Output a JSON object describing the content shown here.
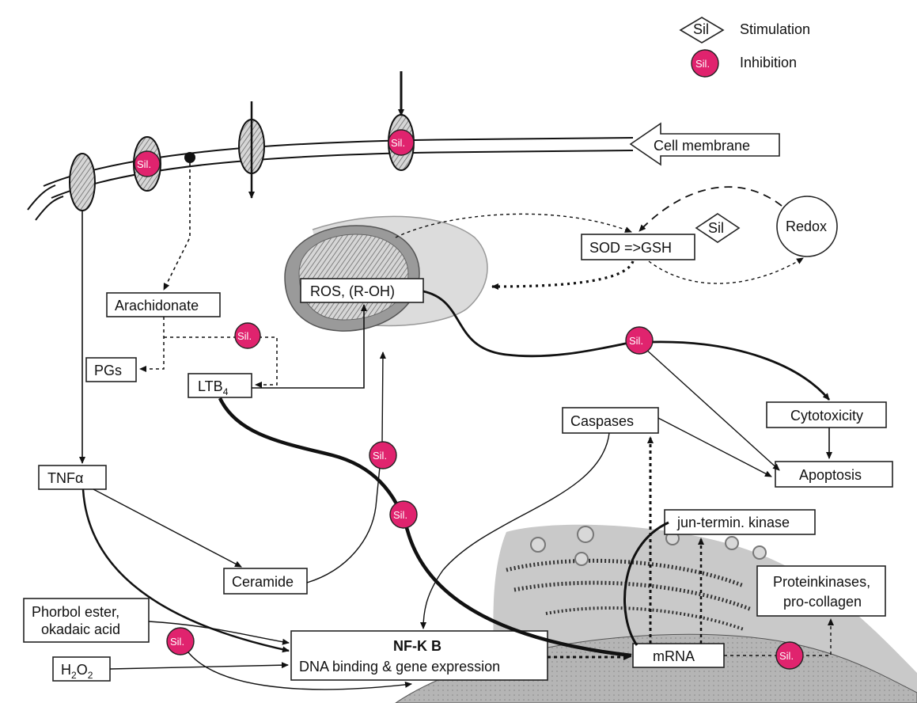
{
  "legend": {
    "stimulation": "Stimulation",
    "inhibition": "Inhibition",
    "stim_symbol": "Sil",
    "inhib_symbol": "Sil."
  },
  "labels": {
    "cell_membrane": "Cell membrane",
    "sod_gsh": "SOD =>GSH",
    "sil_stim": "Sil",
    "redox": "Redox",
    "ros": "ROS, (R-OH)",
    "arachidonate": "Arachidonate",
    "pgs": "PGs",
    "ltb": "LTB",
    "ltb_sub": "4",
    "tnf": "TNFα",
    "caspases": "Caspases",
    "cytotoxicity": "Cytotoxicity",
    "apoptosis": "Apoptosis",
    "jnk": "jun-termin. kinase",
    "proteinkinases_1": "Proteinkinases,",
    "proteinkinases_2": "pro-collagen",
    "ceramide": "Ceramide",
    "phorbol_1": "Phorbol ester,",
    "phorbol_2": "okadaic acid",
    "h2o2_h": "H",
    "h2o2_2a": "2",
    "h2o2_o": "O",
    "h2o2_2b": "2",
    "nfkb_1": "NF-K B",
    "nfkb_2": "DNA binding & gene expression",
    "mrna": "mRNA",
    "sil": "Sil."
  },
  "colors": {
    "inhibition": "#e0236e",
    "mitochondrion": "#c8c8c8",
    "nucleus": "#a9a9a9",
    "stroke": "#111111"
  }
}
